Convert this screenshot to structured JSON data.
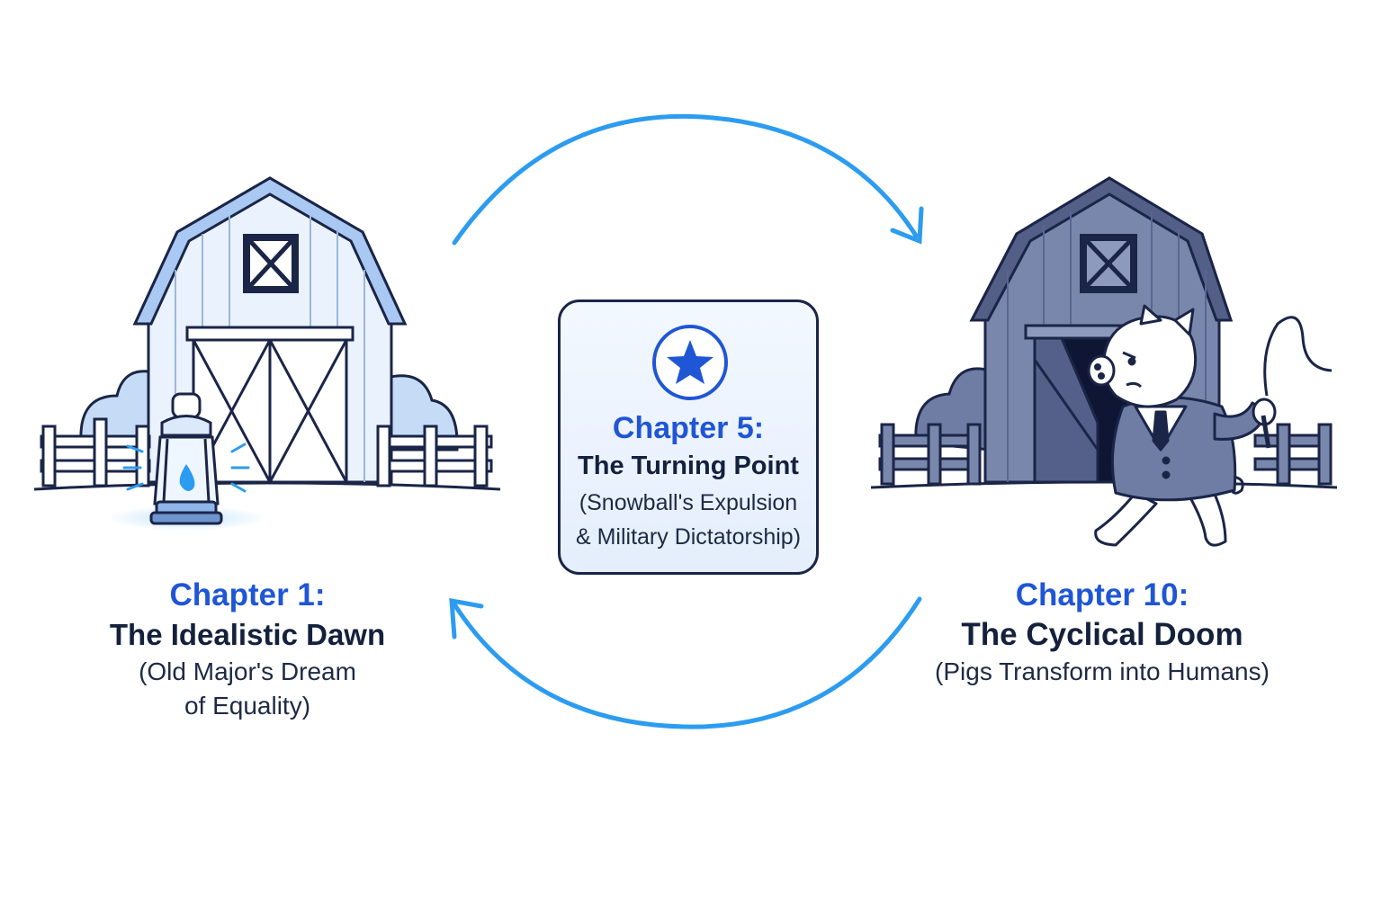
{
  "colors": {
    "accent": "#1f56d6",
    "arrow": "#2c9cf0",
    "ink": "#14213d",
    "light_barn": "#dce9fb",
    "dark_barn": "#6f7ca3"
  },
  "icons": {
    "left": [
      "light-barn-icon",
      "lantern-icon",
      "fence-icon",
      "bush-icon"
    ],
    "center": "star-icon",
    "right": [
      "dark-barn-icon",
      "pig-in-suit-with-whip-icon",
      "fence-icon",
      "bush-icon"
    ],
    "cycle": [
      "arrow-clockwise-top",
      "arrow-clockwise-bottom"
    ]
  },
  "stages": {
    "left": {
      "chapter": "Chapter 1:",
      "title": "The Idealistic Dawn",
      "subtitle_line1": "(Old Major's Dream",
      "subtitle_line2": "of Equality)"
    },
    "center": {
      "chapter": "Chapter 5:",
      "title": "The Turning Point",
      "subtitle_line1": "(Snowball's Expulsion",
      "subtitle_line2": "& Military Dictatorship)"
    },
    "right": {
      "chapter": "Chapter 10:",
      "title": "The Cyclical Doom",
      "subtitle_line1": "(Pigs Transform into Humans)"
    }
  }
}
